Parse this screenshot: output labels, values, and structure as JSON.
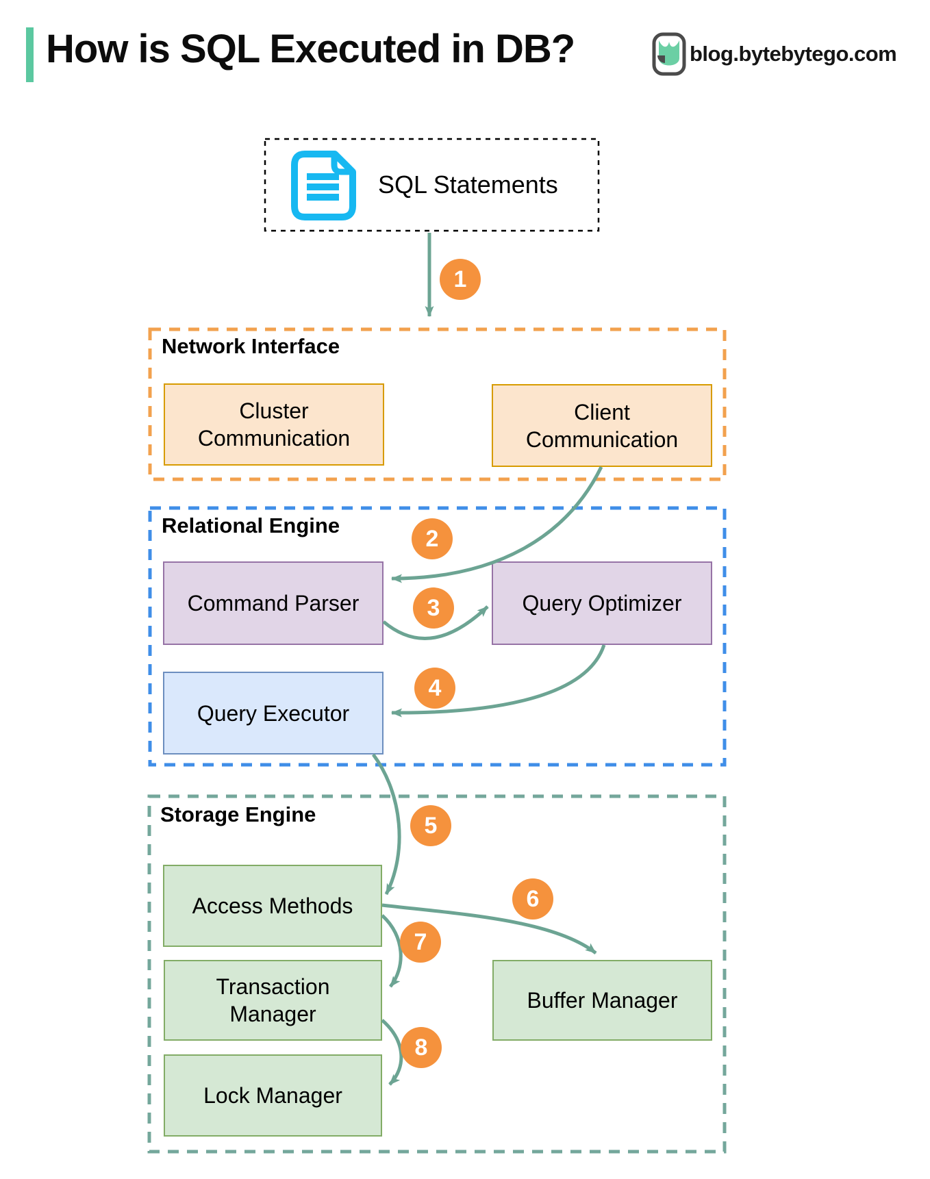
{
  "header": {
    "title": "How is SQL Executed in DB?",
    "site": "blog.bytebytego.com"
  },
  "source_box": {
    "label": "SQL Statements"
  },
  "sections": {
    "network_interface": {
      "label": "Network Interface",
      "boxes": {
        "cluster": "Cluster\nCommunication",
        "client": "Client\nCommunication"
      }
    },
    "relational_engine": {
      "label": "Relational Engine",
      "boxes": {
        "command_parser": "Command Parser",
        "query_optimizer": "Query Optimizer",
        "query_executor": "Query Executor"
      }
    },
    "storage_engine": {
      "label": "Storage Engine",
      "boxes": {
        "access_methods": "Access Methods",
        "transaction_manager": "Transaction\nManager",
        "lock_manager": "Lock Manager",
        "buffer_manager": "Buffer Manager"
      }
    }
  },
  "steps": [
    "1",
    "2",
    "3",
    "4",
    "5",
    "6",
    "7",
    "8"
  ],
  "colors": {
    "accent": "#5BC8A0",
    "arrow": "#6CA493",
    "badge": "#F5923D",
    "network_dash": "#F2A14E",
    "relational_dash": "#3F8EE8",
    "storage_dash": "#74A79B",
    "doc_icon": "#17B8F1"
  }
}
